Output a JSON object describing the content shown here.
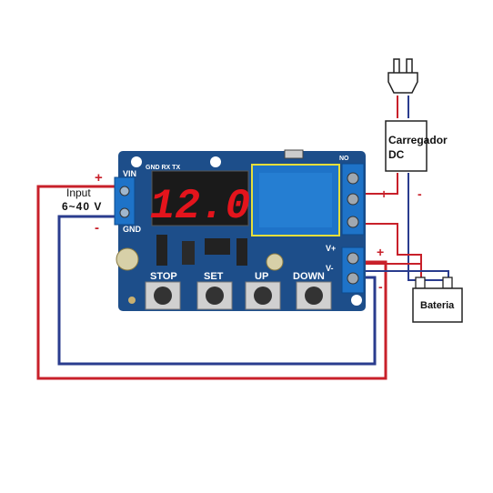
{
  "input_label": "Input",
  "input_range": "6~40 V",
  "plus_sign": "+",
  "minus_sign": "-",
  "charger_label_line1": "Carregador",
  "charger_label_line2": "DC",
  "battery_label": "Bateria",
  "display_value": "12.0",
  "board": {
    "vin": "VIN",
    "gnd": "GND",
    "header": "GND RX TX",
    "buttons": [
      "STOP",
      "SET",
      "UP",
      "DOWN"
    ],
    "vplus": "V+",
    "vminus": "V-",
    "no": "NO"
  },
  "colors": {
    "board": "#1d4e8a",
    "positive_wire": "#c8202a",
    "negative_wire": "#2a3c8e",
    "display": "#e4141c",
    "terminal": "#1e73c8"
  }
}
